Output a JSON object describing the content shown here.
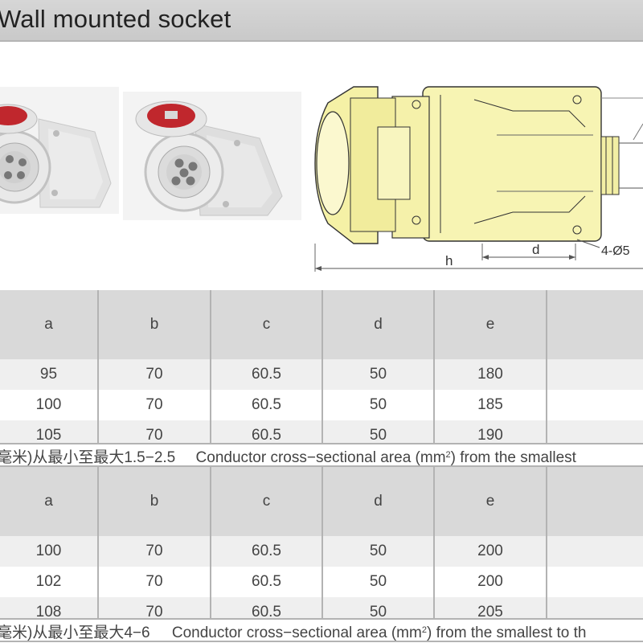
{
  "title": "Wall mounted socket",
  "drawing_labels": {
    "d": "d",
    "h": "h",
    "holes": "4-Ø5"
  },
  "table1": {
    "headers": [
      "a",
      "b",
      "c",
      "d",
      "e",
      ""
    ],
    "rows": [
      [
        "95",
        "70",
        "60.5",
        "50",
        "180",
        ""
      ],
      [
        "100",
        "70",
        "60.5",
        "50",
        "185",
        ""
      ],
      [
        "105",
        "70",
        "60.5",
        "50",
        "190",
        ""
      ]
    ],
    "note_cn": "毫米)从最小至最大1.5−2.5",
    "note_en_pre": "Conductor cross−sectional area (mm",
    "note_sup": "2",
    "note_en_post": ") from the smallest"
  },
  "table2": {
    "headers": [
      "a",
      "b",
      "c",
      "d",
      "e",
      ""
    ],
    "rows": [
      [
        "100",
        "70",
        "60.5",
        "50",
        "200",
        ""
      ],
      [
        "102",
        "70",
        "60.5",
        "50",
        "200",
        ""
      ],
      [
        "108",
        "70",
        "60.5",
        "50",
        "205",
        ""
      ]
    ],
    "note_cn": "毫米)从最小至最大4−6",
    "note_en_pre": "Conductor cross−sectional area (mm",
    "note_sup": "2",
    "note_en_post": ") from the smallest to th"
  }
}
